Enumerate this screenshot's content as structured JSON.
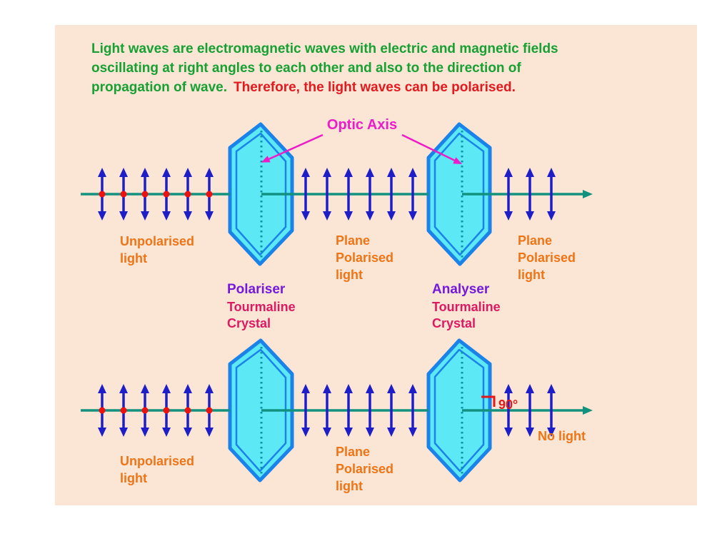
{
  "colors": {
    "page-bg": "#ffffff",
    "slide-bg": "#fbe6d5",
    "title-green": "#17a033",
    "title-red": "#e2191f",
    "label-orange": "#ee7517",
    "label-purple": "#7519db",
    "label-crimson": "#de1962",
    "label-magenta": "#ee1bc9",
    "arrow-blue": "#1e1ec8",
    "ray-teal": "#12917f",
    "crystal-fill": "#5ce9f5",
    "crystal-border": "#1a82e8",
    "optic-axis-dot": "#0c93a6",
    "dot-red": "#ee1111",
    "angle-red": "#e31818"
  },
  "title": {
    "line1": "Light waves are electromagnetic waves with electric and magnetic fields",
    "line2": "oscillating at right angles to each other and also to the direction of",
    "line3_green": "propagation of wave.",
    "line3_red": "Therefore, the light waves can be polarised."
  },
  "optic_axis": {
    "label": "Optic Axis"
  },
  "diagram_top": {
    "unpolarised": [
      "Unpolarised",
      "light"
    ],
    "plane_polarised_mid": [
      "Plane",
      "Polarised",
      "light"
    ],
    "plane_polarised_right": [
      "Plane",
      "Polarised",
      "light"
    ],
    "polariser_label": "Polariser",
    "polariser_sub": [
      "Tourmaline",
      "Crystal"
    ],
    "analyser_label": "Analyser",
    "analyser_sub": [
      "Tourmaline",
      "Crystal"
    ]
  },
  "diagram_bottom": {
    "unpolarised": [
      "Unpolarised",
      "light"
    ],
    "plane_polarised": [
      "Plane",
      "Polarised",
      "light"
    ],
    "angle": "90°",
    "no_light": "No light"
  }
}
